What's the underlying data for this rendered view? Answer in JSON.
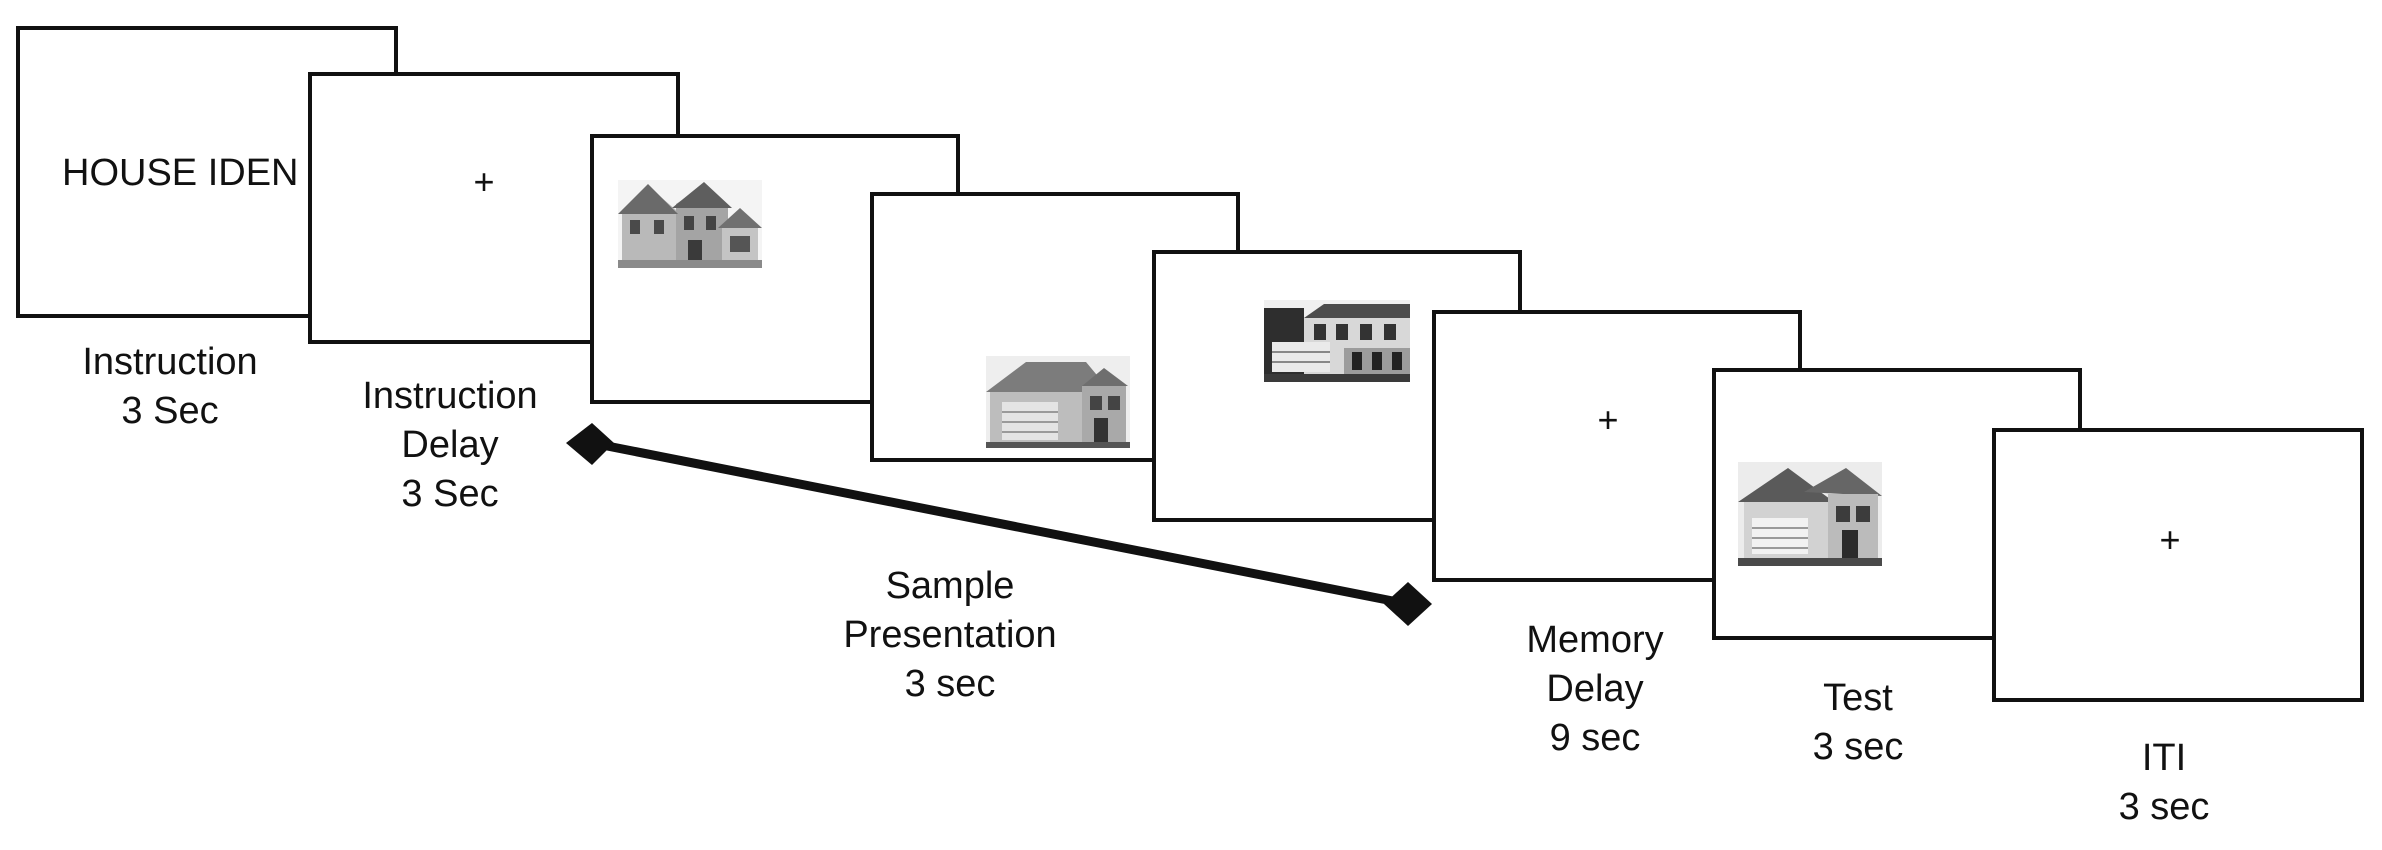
{
  "frames": {
    "instruction": {
      "text": "HOUSE IDEN"
    },
    "instruction_delay": {
      "fixation": "+"
    },
    "memory_delay": {
      "fixation": "+"
    },
    "iti": {
      "fixation": "+"
    }
  },
  "captions": {
    "instruction": [
      "Instruction",
      "3 Sec"
    ],
    "instruction_delay": [
      "Instruction",
      "Delay",
      "3 Sec"
    ],
    "sample_presentation": [
      "Sample",
      "Presentation",
      "3 sec"
    ],
    "memory_delay": [
      "Memory",
      "Delay",
      "9 sec"
    ],
    "test": [
      "Test",
      "3 sec"
    ],
    "iti": [
      "ITI",
      "3 sec"
    ]
  },
  "colors": {
    "line": "#111111",
    "background": "#ffffff"
  }
}
